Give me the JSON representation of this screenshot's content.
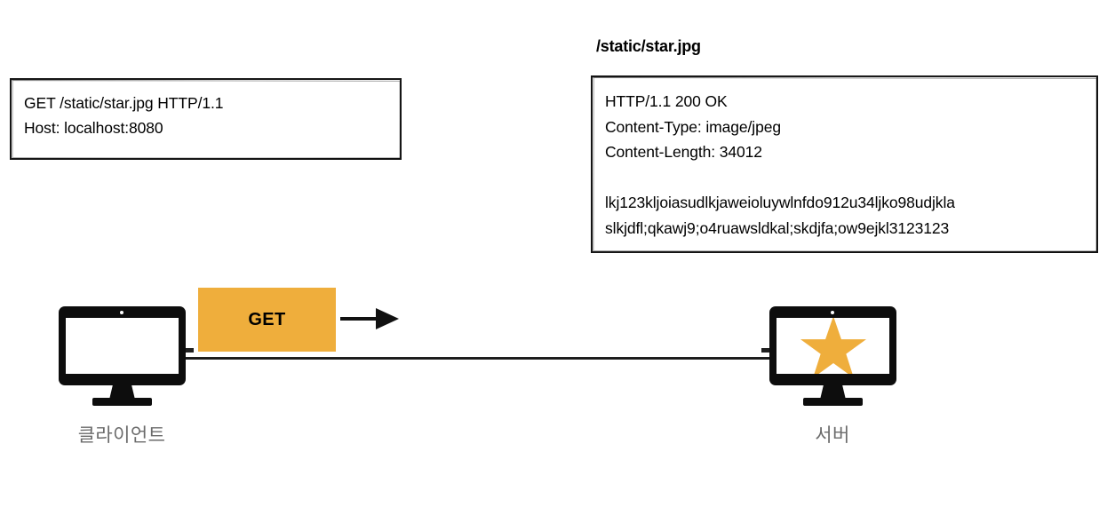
{
  "diagram": {
    "title": "HTTP GET request/response for /static/star.jpg",
    "background_color": "#ffffff",
    "accent_color": "#EFAE3C",
    "line_color": "#111111",
    "label_color": "#6b6b6b"
  },
  "request": {
    "box_text": "GET /static/star.jpg HTTP/1.1\nHost: localhost:8080",
    "lines": [
      "GET /static/star.jpg HTTP/1.1",
      "Host: localhost:8080"
    ],
    "method": "GET",
    "path": "/static/star.jpg",
    "version": "HTTP/1.1",
    "host": "localhost:8080"
  },
  "response": {
    "resource_title": "/static/star.jpg",
    "box_text": "HTTP/1.1 200 OK\nContent-Type: image/jpeg\nContent-Length: 34012\n\nlkj123kljoiasudlkjaweioluywlnfdo912u34ljko98udjkla\nslkjdfl;qkawj9;o4ruawsldkal;skdjfa;ow9ejkl3123123",
    "status_line": "HTTP/1.1 200 OK",
    "headers": [
      "Content-Type: image/jpeg",
      "Content-Length: 34012"
    ],
    "content_type": "image/jpeg",
    "content_length": "34012",
    "body_lines": [
      "lkj123kljoiasudlkjaweioluywlnfdo912u34ljko98udjkla",
      "slkjdfl;qkawj9;o4ruawsldkal;skdjfa;ow9ejkl3123123"
    ]
  },
  "flow": {
    "badge_label": "GET",
    "arrow_direction": "right",
    "arrow_icon": "arrow-right-icon"
  },
  "nodes": {
    "client": {
      "label": "클라이언트",
      "icon": "monitor-icon",
      "screen_content": "blank"
    },
    "server": {
      "label": "서버",
      "icon": "monitor-icon",
      "screen_content": "star-icon"
    }
  }
}
